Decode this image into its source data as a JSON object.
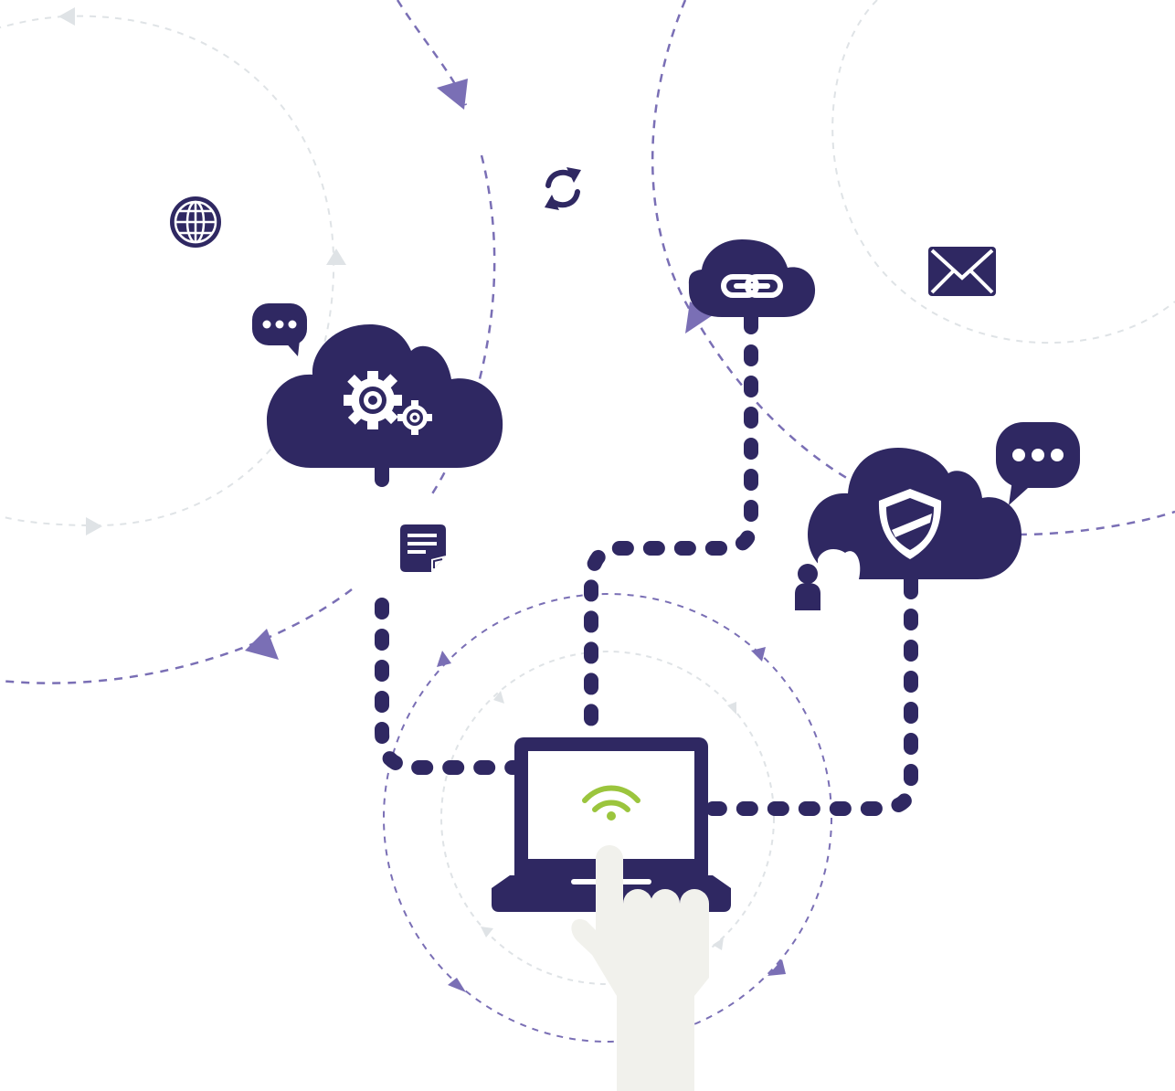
{
  "colors": {
    "navy": "#2f2862",
    "lavender": "#7a6fb5",
    "light_gray": "#dfe3e6",
    "wifi_green": "#9bc53d",
    "hand": "#f1f1ec",
    "white": "#ffffff"
  },
  "nodes": [
    {
      "id": "cloud-gears",
      "icon": "gears-icon"
    },
    {
      "id": "cloud-link",
      "icon": "link-icon"
    },
    {
      "id": "cloud-shield",
      "icon": "shield-icon"
    },
    {
      "id": "laptop",
      "icon": "wifi-icon"
    }
  ],
  "floating_icons": [
    "globe-icon",
    "sync-icon",
    "mail-icon",
    "document-icon",
    "user-icon",
    "chat-bubble-icon",
    "chat-bubble-icon"
  ],
  "connections": [
    {
      "from": "cloud-gears",
      "to": "laptop",
      "style": "dotted"
    },
    {
      "from": "cloud-link",
      "to": "laptop",
      "style": "dotted"
    },
    {
      "from": "cloud-shield",
      "to": "laptop",
      "style": "dotted"
    }
  ],
  "interaction": {
    "gesture": "tap",
    "icon": "hand-pointer-icon"
  }
}
